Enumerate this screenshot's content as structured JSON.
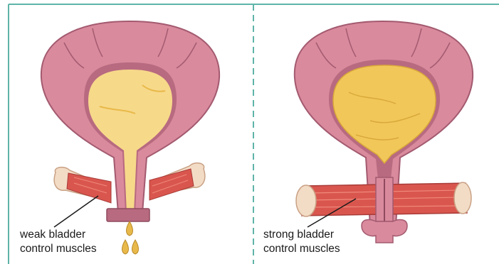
{
  "panels": [
    {
      "label_line1": "weak bladder",
      "label_line2": "control muscles"
    },
    {
      "label_line1": "strong bladder",
      "label_line2": "control muscles"
    }
  ],
  "colors": {
    "frame": "#5fb4a8",
    "bladder_wall": "#d98a9c",
    "bladder_wall_dark": "#b86a80",
    "urine": "#f7d98a",
    "urine_dark": "#e8b94a",
    "muscle": "#d9564e",
    "bone": "#f3dcc6"
  }
}
